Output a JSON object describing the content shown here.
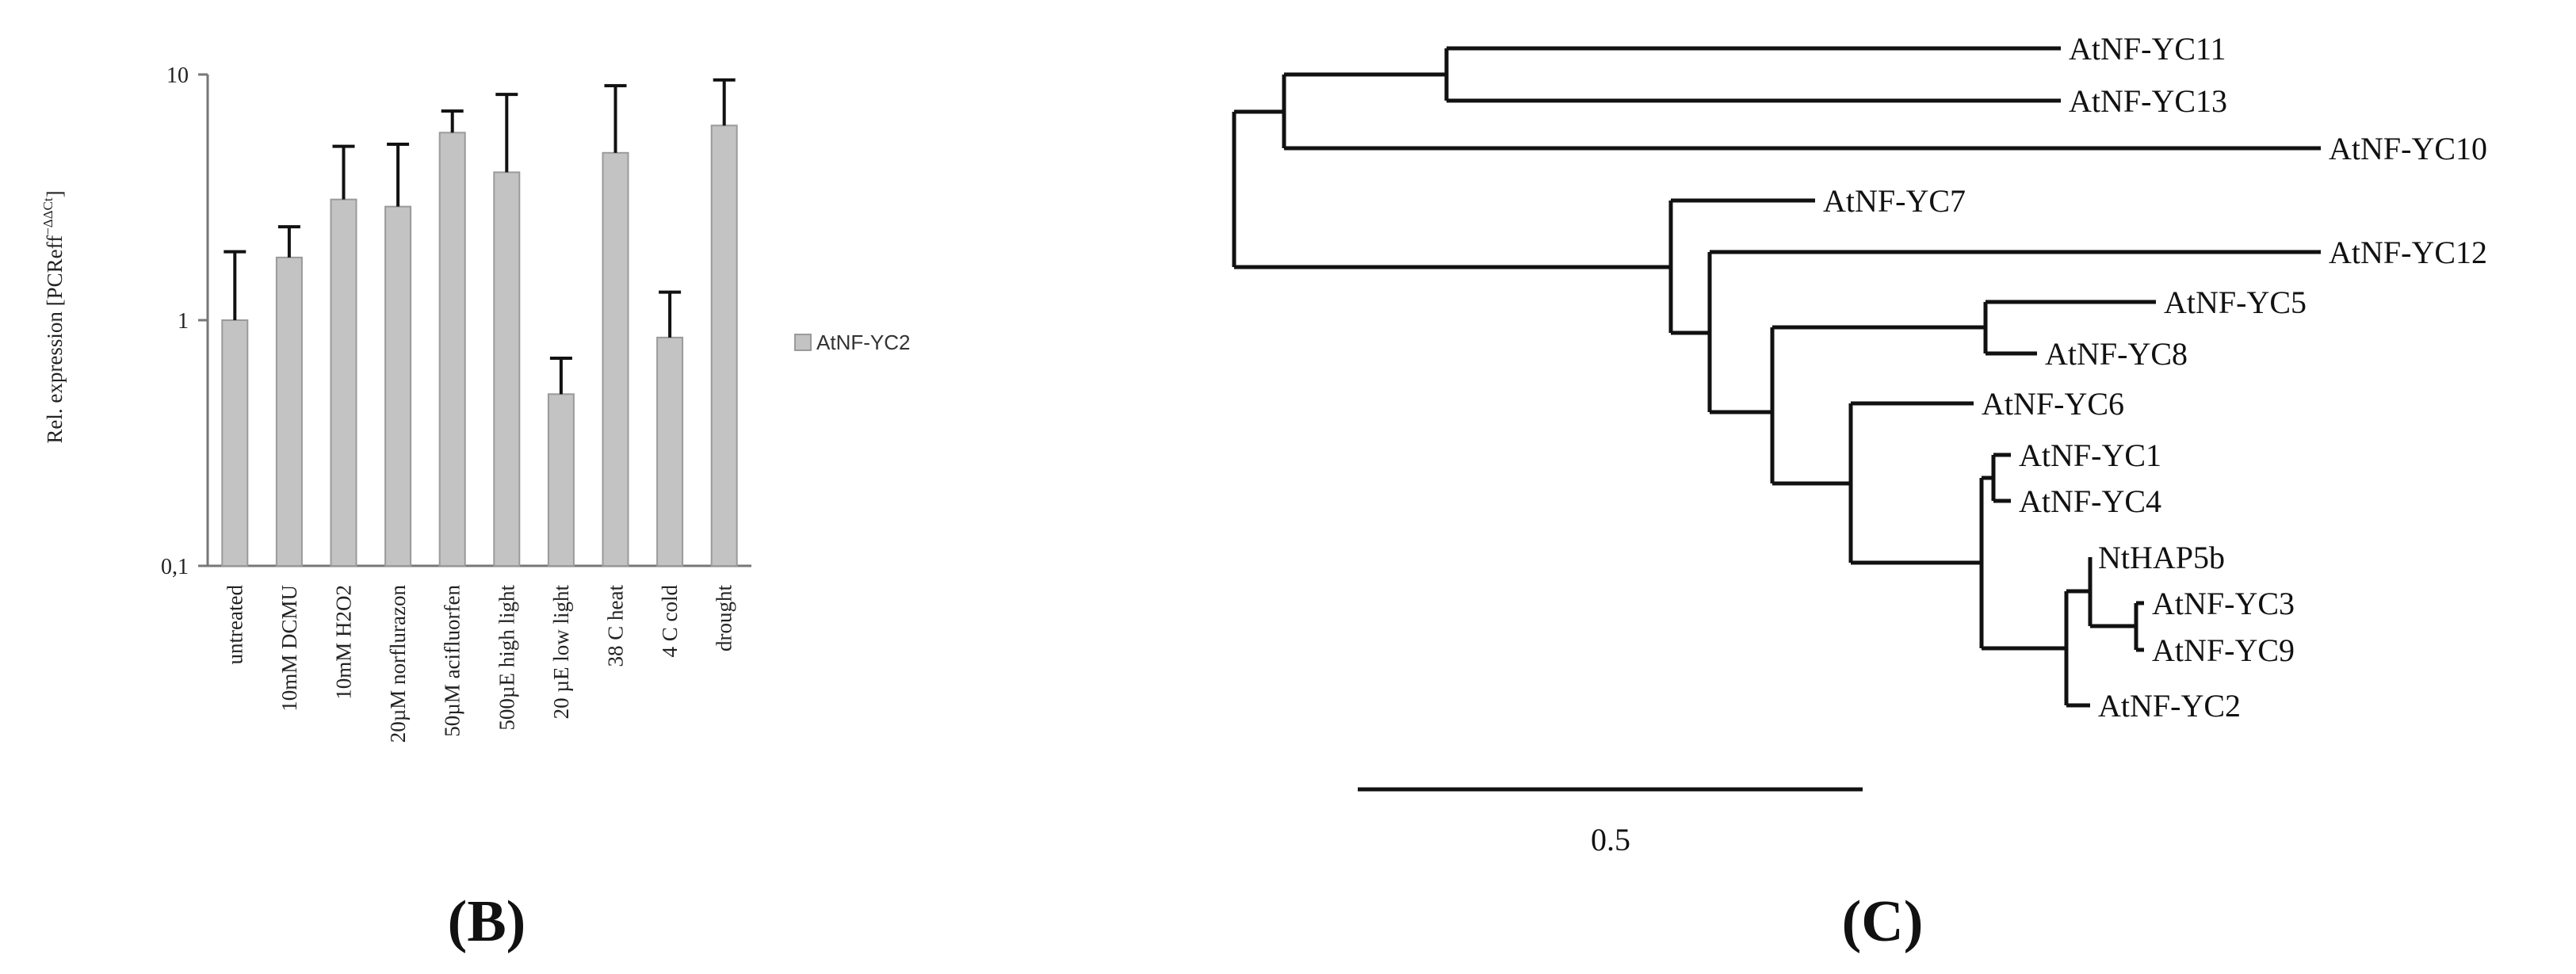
{
  "panels": {
    "left_label": "(B)",
    "right_label": "(C)"
  },
  "chart_data": [
    {
      "type": "bar",
      "log_scale": true,
      "ylim": [
        0.1,
        10
      ],
      "ylabel": "Rel. expression  [PCReff",
      "ylabel_sup": "−ΔΔCt",
      "ylabel_close": "]",
      "yticks": [
        {
          "value": 0.1,
          "label": "0,1"
        },
        {
          "value": 1,
          "label": "1"
        },
        {
          "value": 10,
          "label": "10"
        }
      ],
      "categories": [
        "untreated",
        "10mM DCMU",
        "10mM H2O2",
        "20µM norflurazon",
        "50µM acifluorfen",
        "500µE high light",
        "20 µE low light",
        "38 C heat",
        "4 C cold",
        "drought"
      ],
      "series": [
        {
          "name": "AtNF-YC2",
          "values": [
            1.0,
            1.8,
            3.1,
            2.9,
            5.8,
            4.0,
            0.5,
            4.8,
            0.85,
            6.2
          ],
          "error_upper": [
            1.9,
            2.4,
            5.1,
            5.2,
            7.1,
            8.3,
            0.7,
            9.0,
            1.3,
            9.5
          ]
        }
      ],
      "legend": "right",
      "bar_color": "#c3c3c3",
      "bar_edge": "#9a9a9a"
    },
    {
      "type": "tree",
      "scale_bar": {
        "label": "0.5",
        "value": 0.5
      },
      "leaves": [
        "AtNF-YC11",
        "AtNF-YC13",
        "AtNF-YC10",
        "AtNF-YC7",
        "AtNF-YC12",
        "AtNF-YC5",
        "AtNF-YC8",
        "AtNF-YC6",
        "AtNF-YC1",
        "AtNF-YC4",
        "NtHAP5b",
        "AtNF-YC3",
        "AtNF-YC9",
        "AtNF-YC2"
      ]
    }
  ]
}
